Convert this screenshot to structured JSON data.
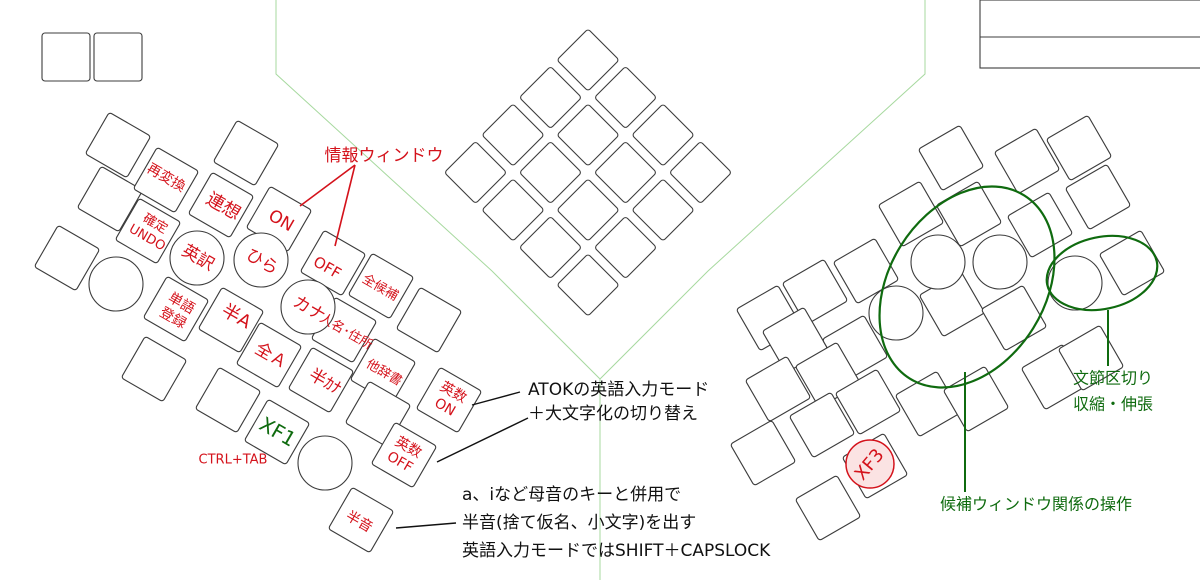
{
  "left_hand": {
    "keys": {
      "reconvert": "再変換",
      "confirm_undo": [
        "確定",
        "UNDO"
      ],
      "association": "連想",
      "on": "ON",
      "eisu_kana": "英訳",
      "hira": "ひら",
      "off": "OFF",
      "all_candidates": "全候補",
      "word_register": [
        "単語",
        "登録"
      ],
      "half_a": "半A",
      "kana": "カナ",
      "name_addr": "人名･住所",
      "full_a": "全Ａ",
      "half_kana": "半ｶﾅ",
      "other_dict": "他辞書",
      "alnum_on": [
        "英数",
        "ON"
      ],
      "alnum_off": [
        "英数",
        "OFF"
      ],
      "xf1": "XF1",
      "ctrl_tab": "CTRL+TAB",
      "small_kana": "半音"
    }
  },
  "right_hand": {
    "keys": {
      "xf3": "XF3"
    }
  },
  "annotations": {
    "info_window": "情報ウィンドウ",
    "atok_mode": [
      "ATOKの英語入力モード",
      "＋大文字化の切り替え"
    ],
    "small_kana_note": [
      "a、iなど母音のキーと併用で",
      "半音(捨て仮名、小文字)を出す",
      "英語入力モードではSHIFT＋CAPSLOCK"
    ],
    "segment": [
      "文節区切り",
      "収縮・伸張"
    ],
    "candidate_window": "候補ウィンドウ関係の操作"
  },
  "colors": {
    "red": "#d4121b",
    "green": "#0f6b0f",
    "guide": "#a7d99f"
  }
}
